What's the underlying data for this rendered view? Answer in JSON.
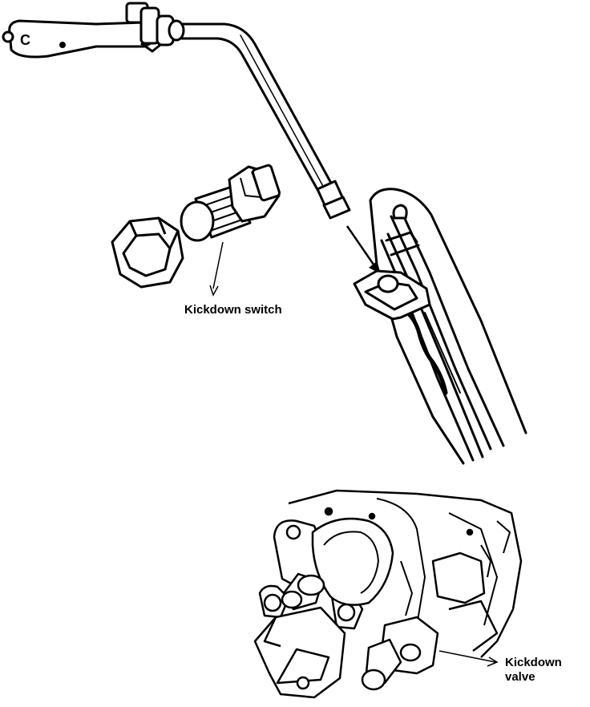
{
  "labels": {
    "kickdown_switch": "Kickdown switch",
    "kickdown_valve_line1": "Kickdown",
    "kickdown_valve_line2": "valve",
    "cable_end_marking": "C"
  },
  "colors": {
    "ink": "#000000",
    "paper": "#ffffff"
  }
}
